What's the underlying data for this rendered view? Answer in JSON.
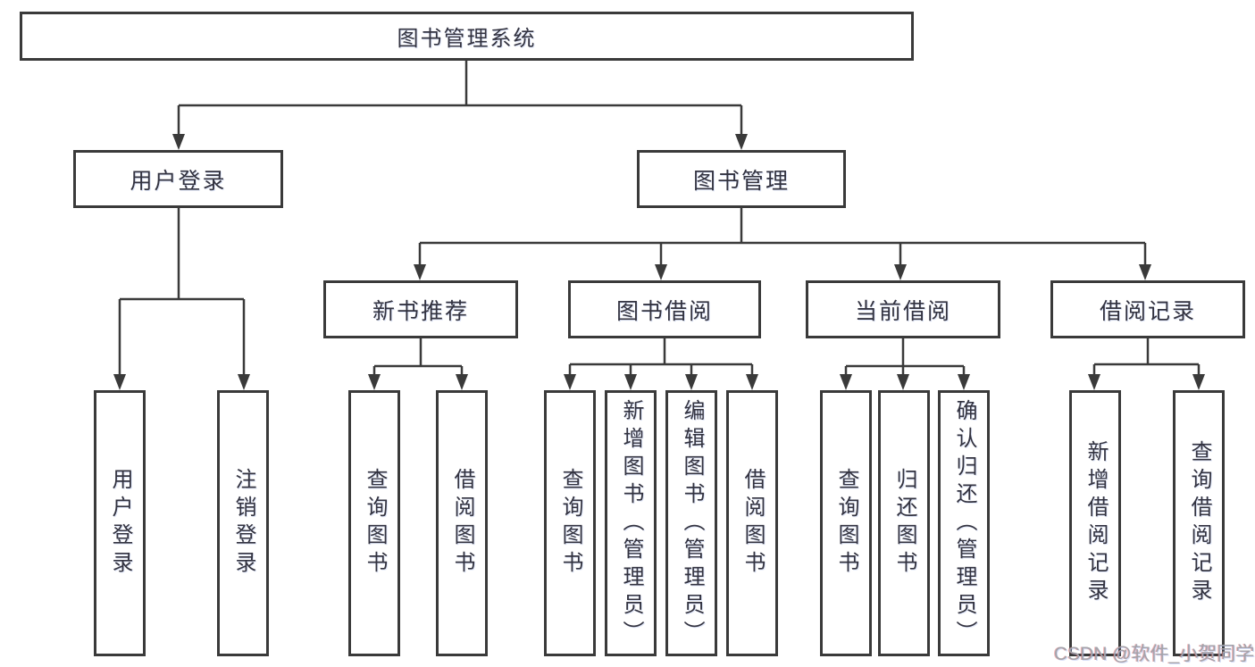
{
  "diagram": {
    "root": {
      "label": "图书管理系统"
    },
    "level2": [
      {
        "label": "用户登录"
      },
      {
        "label": "图书管理"
      }
    ],
    "level3": [
      {
        "label": "新书推荐"
      },
      {
        "label": "图书借阅"
      },
      {
        "label": "当前借阅"
      },
      {
        "label": "借阅记录"
      }
    ],
    "leaves": [
      {
        "label": "用户登录"
      },
      {
        "label": "注销登录"
      },
      {
        "label": "查询图书"
      },
      {
        "label": "借阅图书"
      },
      {
        "label": "查询图书"
      },
      {
        "label": "新增图书（管理员）"
      },
      {
        "label": "编辑图书（管理员）"
      },
      {
        "label": "借阅图书"
      },
      {
        "label": "查询图书"
      },
      {
        "label": "归还图书"
      },
      {
        "label": "确认归还（管理员）"
      },
      {
        "label": "新增借阅记录"
      },
      {
        "label": "查询借阅记录"
      }
    ]
  },
  "watermark": {
    "text": "CSDN @软件_小贺同学"
  },
  "colors": {
    "line": "#3a3a3a",
    "text": "#333340",
    "background": "#ffffff",
    "watermark": "#a3a3aa"
  }
}
